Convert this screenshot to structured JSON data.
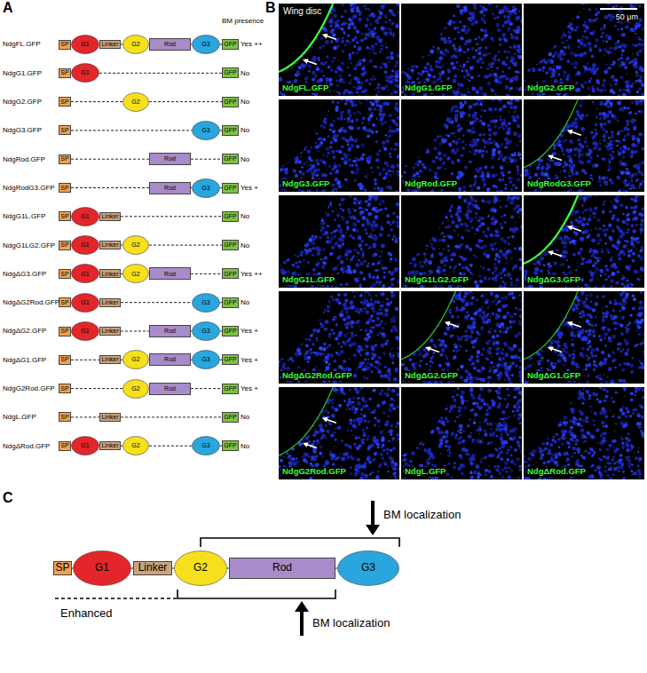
{
  "diagram": {
    "nodes": [
      {
        "text": [
          "SP"
        ]
      },
      {
        "text": [
          "G1"
        ]
      },
      {
        "text": [
          "Linker"
        ]
      },
      {
        "text": [
          "G2"
        ]
      },
      {
        "text": [
          "Rod"
        ]
      },
      {
        "text": [
          "G3"
        ]
      },
      {
        "text": [
          "GFP"
        ]
      },
      {
        "text": [
          "SP"
        ]
      },
      {
        "text": [
          "G1"
        ]
      },
      {
        "text": [
          "GFP"
        ]
      },
      {
        "text": [
          "SP"
        ]
      },
      {
        "text": [
          "G2"
        ]
      },
      {
        "text": [
          "GFP"
        ]
      },
      {
        "text": [
          "SP"
        ]
      },
      {
        "text": [
          "G3"
        ]
      },
      {
        "text": [
          "GFP"
        ]
      },
      {
        "text": [
          "SP"
        ]
      },
      {
        "text": [
          "Rod"
        ]
      },
      {
        "text": [
          "GFP"
        ]
      },
      {
        "text": [
          "SP"
        ]
      },
      {
        "text": [
          "Rod"
        ]
      },
      {
        "text": [
          "G3"
        ]
      },
      {
        "text": [
          "GFP"
        ]
      },
      {
        "text": [
          "SP"
        ]
      },
      {
        "text": [
          "G1"
        ]
      },
      {
        "text": [
          "Linker"
        ]
      },
      {
        "text": [
          "GFP"
        ]
      },
      {
        "text": [
          "SP"
        ]
      },
      {
        "text": [
          "G1"
        ]
      },
      {
        "text": [
          "Linker"
        ]
      },
      {
        "text": [
          "G2"
        ]
      },
      {
        "text": [
          "GFP"
        ]
      },
      {
        "text": [
          "SP"
        ]
      },
      {
        "text": [
          "G1"
        ]
      },
      {
        "text": [
          "Linker"
        ]
      },
      {
        "text": [
          "G2"
        ]
      },
      {
        "text": [
          "Rod"
        ]
      },
      {
        "text": [
          "GFP"
        ]
      },
      {
        "text": [
          "SP"
        ]
      },
      {
        "text": [
          "G1"
        ]
      },
      {
        "text": [
          "Linker"
        ]
      },
      {
        "text": [
          "G3"
        ]
      },
      {
        "text": [
          "GFP"
        ]
      },
      {
        "text": [
          "SP"
        ]
      },
      {
        "text": [
          "G1"
        ]
      },
      {
        "text": [
          "Linker"
        ]
      },
      {
        "text": [
          "Rod"
        ]
      },
      {
        "text": [
          "G3"
        ]
      },
      {
        "text": [
          "GFP"
        ]
      },
      {
        "text": [
          "SP"
        ]
      },
      {
        "text": [
          "Linker"
        ]
      },
      {
        "text": [
          "G2"
        ]
      },
      {
        "text": [
          "Rod"
        ]
      },
      {
        "text": [
          "G3"
        ]
      },
      {
        "text": [
          "GFP"
        ]
      },
      {
        "text": [
          "SP"
        ]
      },
      {
        "text": [
          "G2"
        ]
      },
      {
        "text": [
          "Rod"
        ]
      },
      {
        "text": [
          "GFP"
        ]
      },
      {
        "text": [
          "SP"
        ]
      },
      {
        "text": [
          "Linker"
        ]
      },
      {
        "text": [
          "GFP"
        ]
      },
      {
        "text": [
          "SP"
        ]
      },
      {
        "text": [
          "G1"
        ]
      },
      {
        "text": [
          "Linker"
        ]
      },
      {
        "text": [
          "G2"
        ]
      },
      {
        "text": [
          "G3"
        ]
      },
      {
        "text": [
          "GFP"
        ]
      },
      {
        "text": [
          "SP"
        ]
      },
      {
        "text": [
          "G1"
        ]
      },
      {
        "text": [
          "Linker"
        ]
      },
      {
        "text": [
          "G2"
        ]
      },
      {
        "text": [
          "Rod"
        ]
      },
      {
        "text": [
          "G3"
        ]
      }
    ],
    "edges": [
      {
        "from": 0,
        "to": 1,
        "arrow": "none"
      },
      {
        "from": 1,
        "to": 2,
        "arrow": "none"
      },
      {
        "from": 2,
        "to": 3,
        "arrow": "none"
      },
      {
        "from": 3,
        "to": 4,
        "arrow": "none"
      },
      {
        "from": 4,
        "to": 5,
        "arrow": "none"
      },
      {
        "from": 5,
        "to": 6,
        "arrow": "none"
      },
      {
        "from": 7,
        "to": 8,
        "arrow": "none"
      },
      {
        "from": 8,
        "to": 9,
        "arrow": "none"
      },
      {
        "from": 10,
        "to": 11,
        "arrow": "none"
      },
      {
        "from": 11,
        "to": 12,
        "arrow": "none"
      },
      {
        "from": 13,
        "to": 14,
        "arrow": "none"
      },
      {
        "from": 14,
        "to": 15,
        "arrow": "none"
      },
      {
        "from": 16,
        "to": 17,
        "arrow": "none"
      },
      {
        "from": 17,
        "to": 18,
        "arrow": "none"
      },
      {
        "from": 19,
        "to": 20,
        "arrow": "none"
      },
      {
        "from": 20,
        "to": 21,
        "arrow": "none"
      },
      {
        "from": 21,
        "to": 22,
        "arrow": "none"
      },
      {
        "from": 23,
        "to": 24,
        "arrow": "none"
      },
      {
        "from": 24,
        "to": 25,
        "arrow": "none"
      },
      {
        "from": 25,
        "to": 26,
        "arrow": "none"
      },
      {
        "from": 27,
        "to": 28,
        "arrow": "none"
      },
      {
        "from": 28,
        "to": 29,
        "arrow": "none"
      },
      {
        "from": 29,
        "to": 30,
        "arrow": "none"
      },
      {
        "from": 30,
        "to": 31,
        "arrow": "none"
      },
      {
        "from": 32,
        "to": 33,
        "arrow": "none"
      },
      {
        "from": 33,
        "to": 34,
        "arrow": "none"
      },
      {
        "from": 34,
        "to": 35,
        "arrow": "none"
      },
      {
        "from": 35,
        "to": 36,
        "arrow": "none"
      },
      {
        "from": 36,
        "to": 37,
        "arrow": "none"
      },
      {
        "from": 38,
        "to": 39,
        "arrow": "none"
      },
      {
        "from": 39,
        "to": 40,
        "arrow": "none"
      },
      {
        "from": 40,
        "to": 41,
        "arrow": "none"
      },
      {
        "from": 41,
        "to": 42,
        "arrow": "none"
      },
      {
        "from": 43,
        "to": 44,
        "arrow": "none"
      },
      {
        "from": 44,
        "to": 45,
        "arrow": "none"
      },
      {
        "from": 45,
        "to": 46,
        "arrow": "none"
      },
      {
        "from": 46,
        "to": 47,
        "arrow": "none"
      },
      {
        "from": 47,
        "to": 48,
        "arrow": "none"
      },
      {
        "from": 49,
        "to": 50,
        "arrow": "none"
      },
      {
        "from": 50,
        "to": 51,
        "arrow": "none"
      },
      {
        "from": 51,
        "to": 52,
        "arrow": "none"
      },
      {
        "from": 52,
        "to": 53,
        "arrow": "none"
      },
      {
        "from": 53,
        "to": 54,
        "arrow": "none"
      },
      {
        "from": 55,
        "to": 56,
        "arrow": "none"
      },
      {
        "from": 56,
        "to": 57,
        "arrow": "none"
      },
      {
        "from": 57,
        "to": 58,
        "arrow": "none"
      },
      {
        "from": 59,
        "to": 60,
        "arrow": "none"
      },
      {
        "from": 60,
        "to": 61,
        "arrow": "none"
      },
      {
        "from": 62,
        "to": 63,
        "arrow": "none"
      },
      {
        "from": 63,
        "to": 64,
        "arrow": "none"
      },
      {
        "from": 64,
        "to": 65,
        "arrow": "none"
      },
      {
        "from": 65,
        "to": 66,
        "arrow": "none"
      },
      {
        "from": 66,
        "to": 67,
        "arrow": "none"
      },
      {
        "from": 68,
        "to": 69,
        "arrow": "none"
      },
      {
        "from": 69,
        "to": 70,
        "arrow": "none"
      },
      {
        "from": 70,
        "to": 71,
        "arrow": "none"
      },
      {
        "from": 71,
        "to": 72,
        "arrow": "none"
      },
      {
        "from": 72,
        "to": 73,
        "arrow": "none"
      }
    ],
    "labels": [
      "A",
      "BM presence",
      "NdgFL.GFP",
      "Yes ++",
      "NdgG1.GFP",
      "No",
      "NdgG2.GFP",
      "No",
      "NdgG3.GFP",
      "No",
      "NdgRod.GFP",
      "No",
      "NdgRodG3.GFP",
      "Yes +",
      "NdgG1L.GFP",
      "No",
      "NdgG1LG2.GFP",
      "No",
      "NdgΔG3.GFP",
      "Yes ++",
      "NdgΔG2Rod.GFP",
      "No",
      "NdgΔG2.GFP",
      "Yes +",
      "NdgΔG1.GFP",
      "Yes +",
      "NdgG2Rod.GFP",
      "Yes +",
      "NdgL.GFP",
      "No",
      "NdgΔRod.GFP",
      "No",
      "B",
      "Wing disc",
      "50 μm",
      "NdgFL.GFP",
      "NdgG1.GFP",
      "NdgG2.GFP",
      "NdgG3.GFP",
      "NdgRod.GFP",
      "NdgRodG3.GFP",
      "NdgG1L.GFP",
      "NdgG1LG2.GFP",
      "NdgΔG3.GFP",
      "NdgΔG2Rod.GFP",
      "NdgΔG2.GFP",
      "NdgΔG1.GFP",
      "NdgG2Rod.GFP",
      "NdgL.GFP",
      "NdgΔRod.GFP",
      "C",
      "BM localization",
      "BM localization",
      "Enhanced"
    ]
  }
}
